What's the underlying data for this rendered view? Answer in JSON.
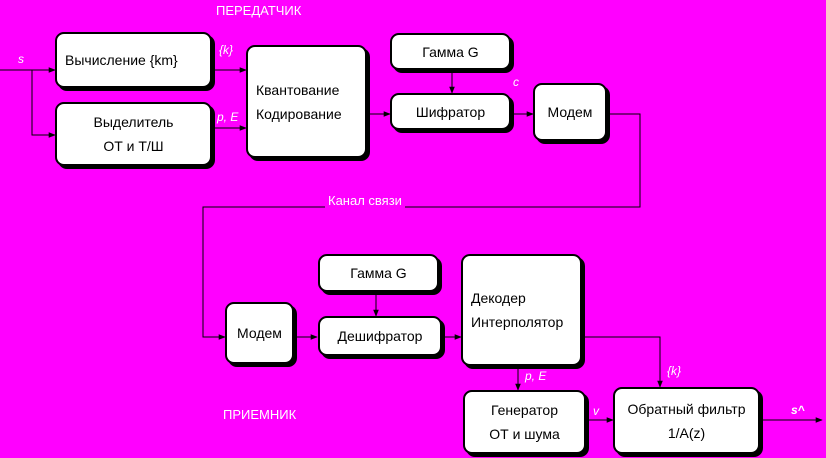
{
  "titles": {
    "transmitter": "ПЕРЕДАТЧИК",
    "receiver": "ПРИЕМНИК",
    "channel": "Канал связи"
  },
  "blocks": {
    "calc": "Вычисление {km}",
    "extractor_line1": "Выделитель",
    "extractor_line2": "ОТ и Т/Ш",
    "quant_line1": "Квантование",
    "quant_line2": "Кодирование",
    "gamma_tx": "Гамма G",
    "cipher": "Шифратор",
    "modem_tx": "Модем",
    "gamma_rx": "Гамма G",
    "modem_rx": "Модем",
    "decipher": "Дешифратор",
    "decoder_line1": "Декодер",
    "decoder_line2": "Интерполятор",
    "generator_line1": "Генератор",
    "generator_line2": "ОТ и шума",
    "filter_line1": "Обратный фильтр",
    "filter_line2": "1/A(z)"
  },
  "signals": {
    "s_in": "s",
    "km_tx": "{k}",
    "pe_tx": "p, E",
    "c": "c",
    "pe_rx": "p, E",
    "v": "v",
    "km_rx": "{k}",
    "s_out": "s^"
  },
  "colors": {
    "background": "#ff00ff",
    "box_fill": "#ffffff",
    "box_border": "#000000",
    "line": "#000000",
    "label": "#ffffff"
  }
}
